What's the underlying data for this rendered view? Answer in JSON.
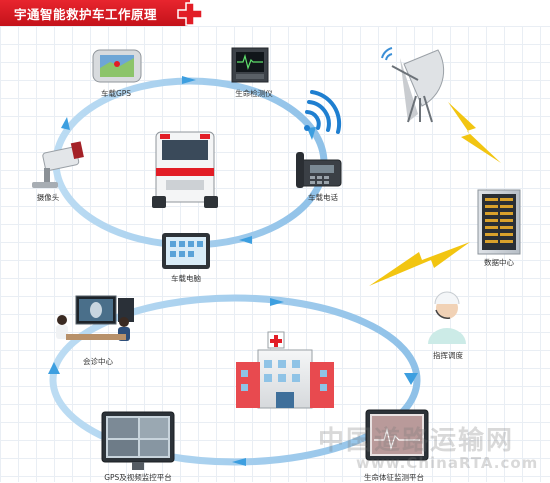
{
  "title": "宇通智能救护车工作原理",
  "nodes": {
    "gps": "车载GPS",
    "vital_monitor": "生命检测仪",
    "camera": "摄像头",
    "phone": "车载电话",
    "tablet": "车载电脑",
    "data_center": "数据中心",
    "consultation": "会诊中心",
    "dispatch": "指挥调度",
    "gps_video": "GPS及视频监控平台",
    "vital_platform": "生命体征监测平台"
  },
  "watermark": {
    "text": "中国道路运输网",
    "url": "www.ChinaRTA.com"
  },
  "colors": {
    "title_red": "#d81e26",
    "loop_blue": "#9ec9ea",
    "arrow_blue": "#3d9fe0",
    "lightning_yellow": "#f2c511",
    "wifi_blue": "#1f7fd0"
  }
}
